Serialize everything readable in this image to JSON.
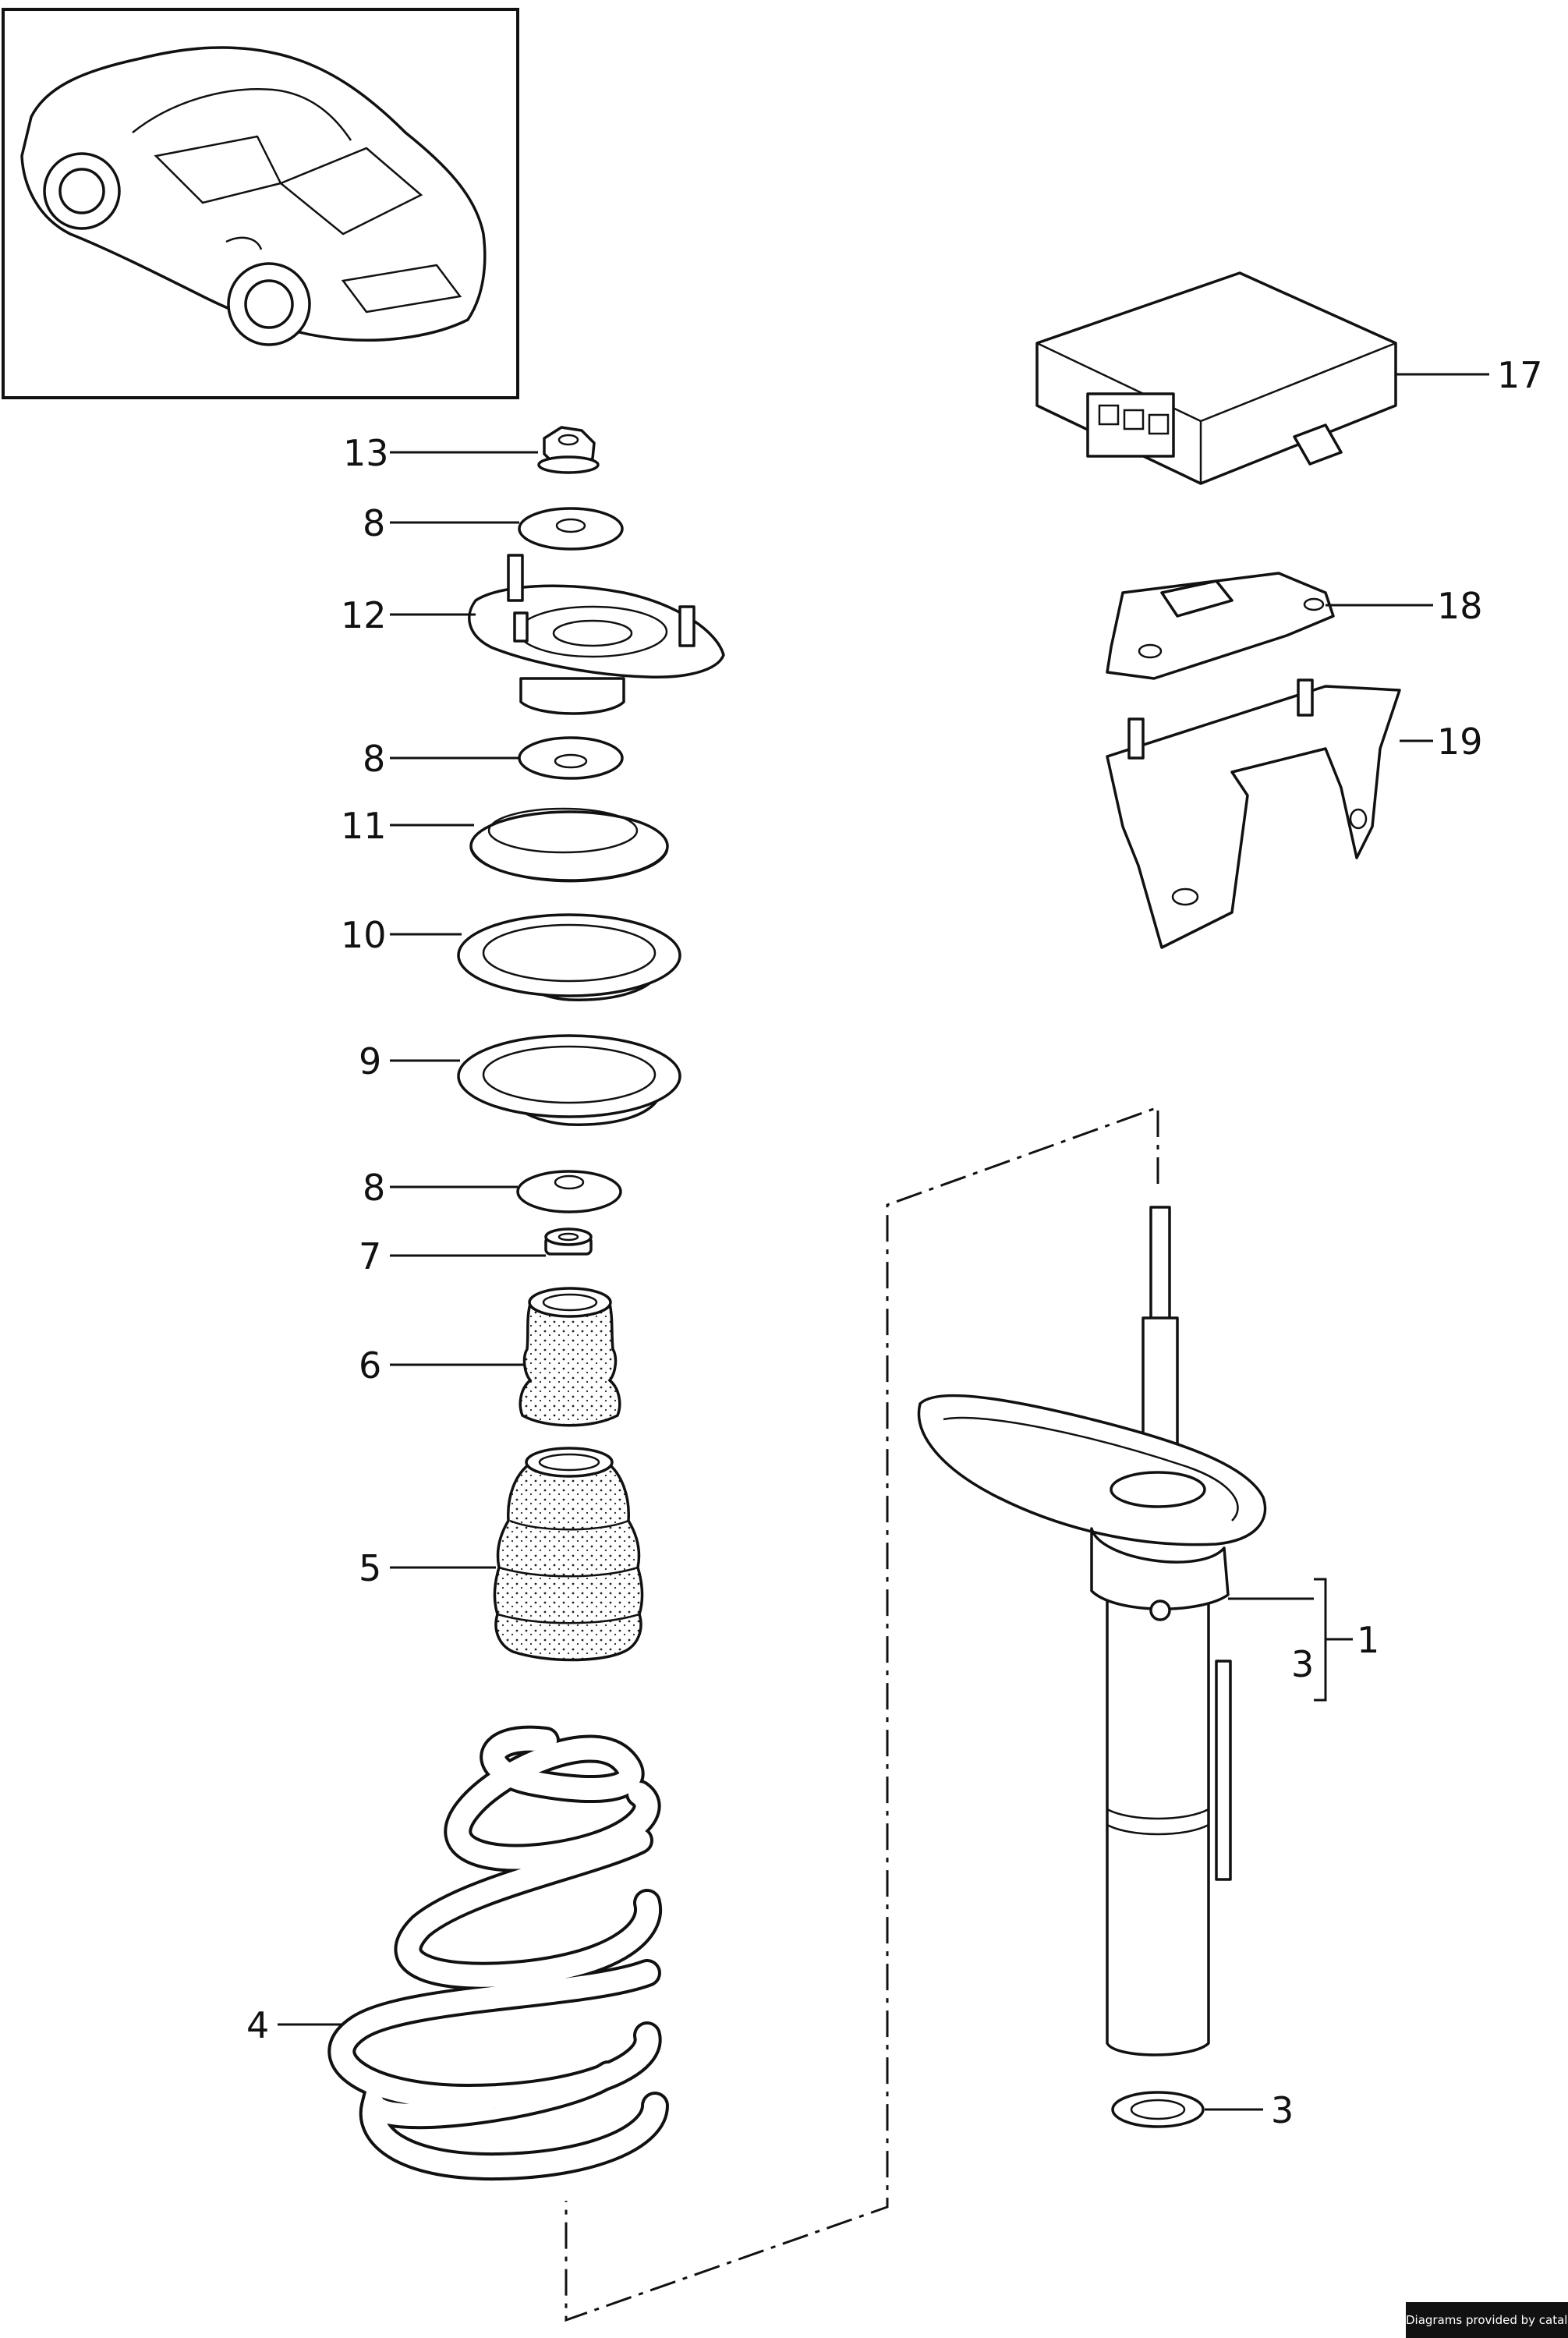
{
  "callouts": {
    "c13": "13",
    "c8a": "8",
    "c12": "12",
    "c8b": "8",
    "c11": "11",
    "c10": "10",
    "c9": "9",
    "c8c": "8",
    "c7": "7",
    "c6": "6",
    "c5": "5",
    "c4": "4",
    "c17": "17",
    "c18": "18",
    "c19": "19",
    "c1": "1",
    "c3a": "3",
    "c3b": "3"
  },
  "credit": "Diagrams provided by catalogs parts",
  "colors": {
    "line": "#111111",
    "background": "#ffffff",
    "credit_bg": "#111111",
    "credit_text": "#ffffff"
  }
}
